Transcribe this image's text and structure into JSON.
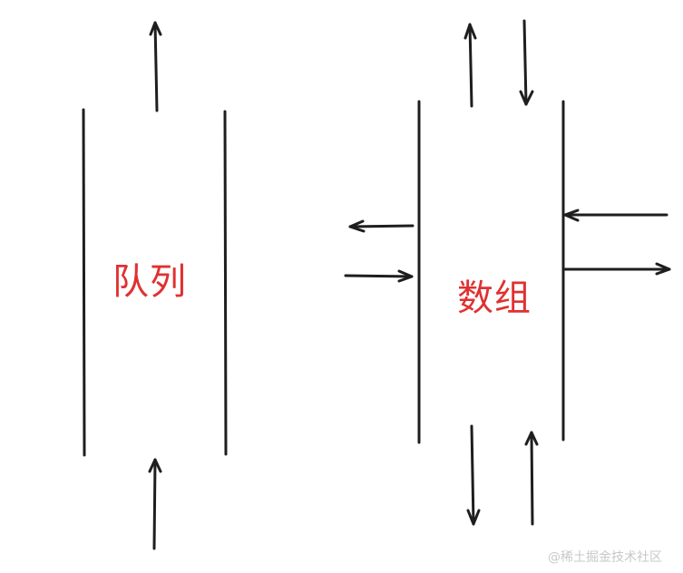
{
  "diagram": {
    "queue": {
      "label": "队列"
    },
    "array": {
      "label": "数组"
    },
    "colors": {
      "stroke": "#1e1e1e",
      "label": "#e03131",
      "watermark": "#c8c8c8"
    },
    "watermark": "@稀土掘金技术社区"
  }
}
